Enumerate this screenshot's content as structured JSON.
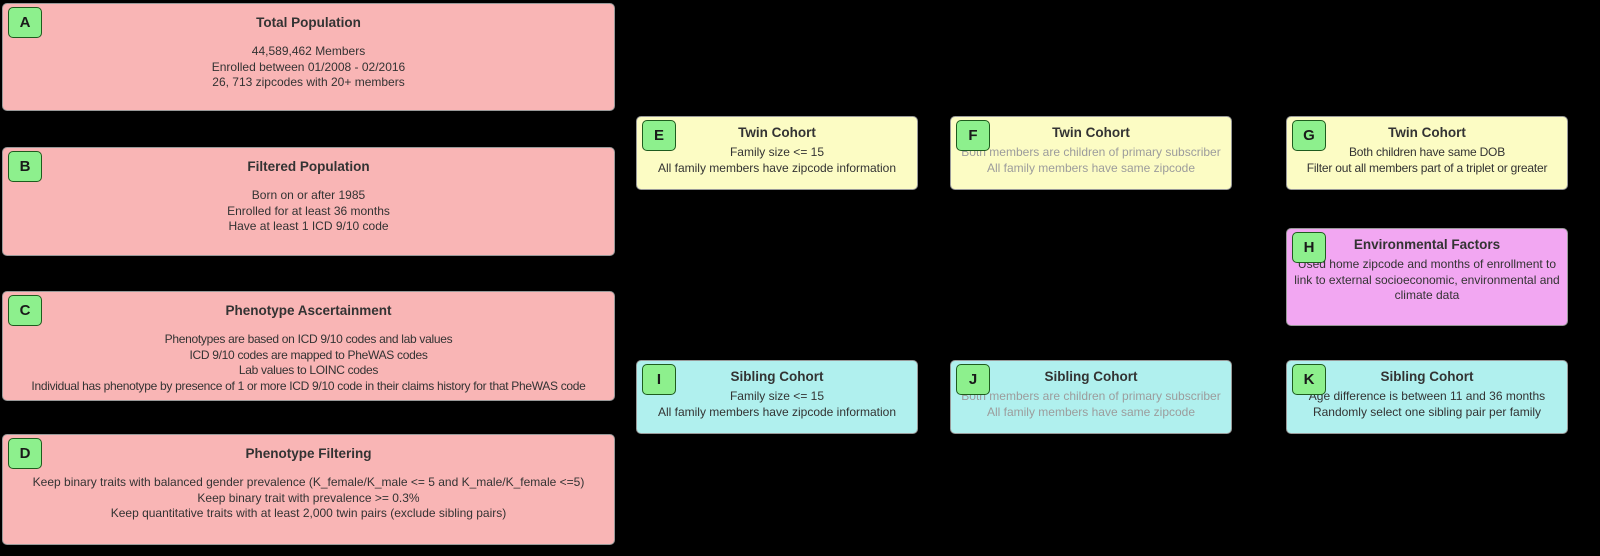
{
  "diagram": {
    "background": "#000000",
    "node_border": "#999999",
    "text_color": "#333333",
    "muted_text_color": "#9c9c9c",
    "badge": {
      "fill": "#8df08d",
      "border": "#1e5c1e",
      "text": "#1a1a1a"
    },
    "palette": {
      "pink": "#f9b5b5",
      "yellow": "#fcfcc4",
      "magenta": "#f2a7f2",
      "cyan": "#b0f0ee"
    },
    "nodes": [
      {
        "id": "A",
        "letter": "A",
        "title": "Total Population",
        "color": "pink",
        "muted": false,
        "lines": [
          "44,589,462 Members",
          "Enrolled between 01/2008 - 02/2016",
          "26, 713 zipcodes with 20+ members"
        ]
      },
      {
        "id": "B",
        "letter": "B",
        "title": "Filtered Population",
        "color": "pink",
        "muted": false,
        "lines": [
          "Born on or after 1985",
          "Enrolled for at least 36 months",
          "Have at least 1 ICD 9/10 code"
        ]
      },
      {
        "id": "C",
        "letter": "C",
        "title": "Phenotype Ascertainment",
        "color": "pink",
        "muted": false,
        "lines": [
          "Phenotypes are based on ICD 9/10 codes and lab values",
          "ICD 9/10 codes are mapped to PheWAS codes",
          "Lab values to LOINC codes",
          "Individual has phenotype by presence of 1 or more ICD 9/10 code in their claims history for that PheWAS code"
        ]
      },
      {
        "id": "D",
        "letter": "D",
        "title": "Phenotype Filtering",
        "color": "pink",
        "muted": false,
        "lines": [
          "Keep binary traits with balanced gender prevalence (K_female/K_male <= 5 and K_male/K_female <=5)",
          "Keep binary trait with prevalence >= 0.3%",
          "Keep quantitative traits with at least 2,000 twin pairs (exclude sibling pairs)"
        ]
      },
      {
        "id": "E",
        "letter": "E",
        "title": "Twin Cohort",
        "color": "yellow",
        "muted": false,
        "lines": [
          "Family size <= 15",
          "All family members have zipcode information"
        ]
      },
      {
        "id": "F",
        "letter": "F",
        "title": "Twin Cohort",
        "color": "yellow",
        "muted": true,
        "lines": [
          "Both members are children of primary subscriber",
          "All family members have same zipcode"
        ]
      },
      {
        "id": "G",
        "letter": "G",
        "title": "Twin Cohort",
        "color": "yellow",
        "muted": false,
        "lines": [
          "Both children have same DOB",
          "Filter out all members part of a triplet or greater"
        ]
      },
      {
        "id": "H",
        "letter": "H",
        "title": "Environmental Factors",
        "color": "magenta",
        "muted": false,
        "lines": [
          "Used home zipcode and months of enrollment to",
          "link to external socioeconomic, environmental and",
          "climate data"
        ]
      },
      {
        "id": "I",
        "letter": "I",
        "title": "Sibling Cohort",
        "color": "cyan",
        "muted": false,
        "lines": [
          "Family size <= 15",
          "All family members have zipcode information"
        ]
      },
      {
        "id": "J",
        "letter": "J",
        "title": "Sibling Cohort",
        "color": "cyan",
        "muted": true,
        "lines": [
          "Both members are children of primary subscriber",
          "All family members have same zipcode"
        ]
      },
      {
        "id": "K",
        "letter": "K",
        "title": "Sibling Cohort",
        "color": "cyan",
        "muted": false,
        "lines": [
          "Age difference is between 11 and 36 months",
          "Randomly select one sibling pair per family"
        ]
      }
    ]
  }
}
